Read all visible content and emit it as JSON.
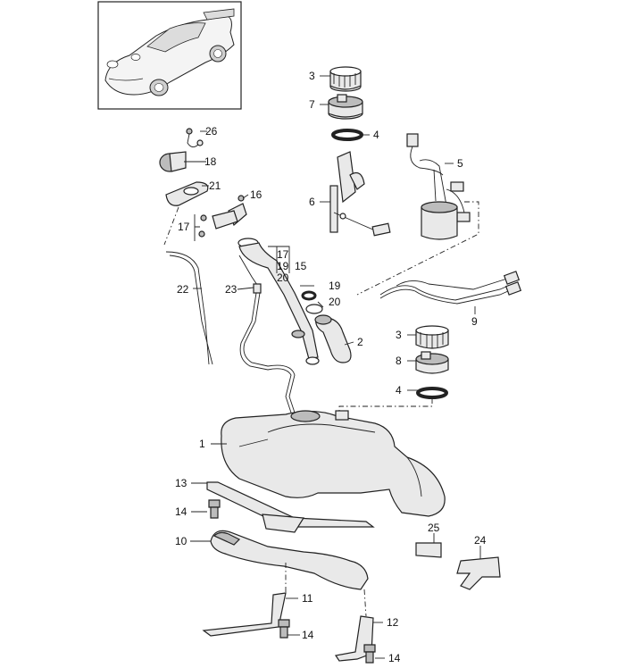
{
  "callouts": {
    "c1": "1",
    "c2": "2",
    "c3a": "3",
    "c3b": "3",
    "c4a": "4",
    "c4b": "4",
    "c5": "5",
    "c6": "6",
    "c7": "7",
    "c8": "8",
    "c9": "9",
    "c10": "10",
    "c11": "11",
    "c12": "12",
    "c13": "13",
    "c14a": "14",
    "c14b": "14",
    "c14c": "14",
    "c15": "15",
    "c16": "16",
    "c17a": "17",
    "c17b": "17",
    "c18": "18",
    "c19a": "19",
    "c19b": "19",
    "c20a": "20",
    "c20b": "20",
    "c21": "21",
    "c22": "22",
    "c23": "23",
    "c24": "24",
    "c25": "25",
    "c26": "26"
  }
}
